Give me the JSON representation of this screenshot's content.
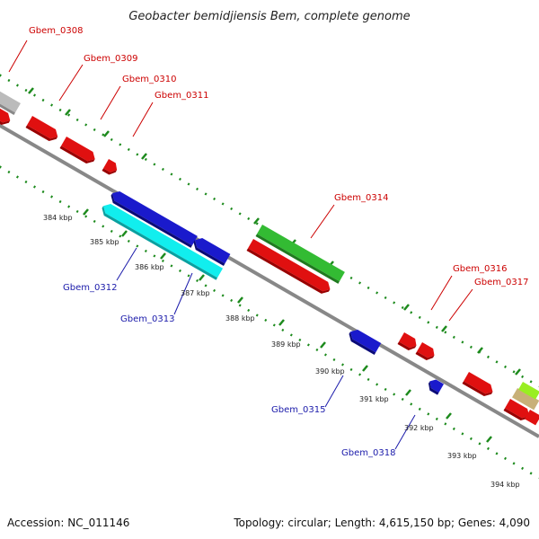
{
  "title": "Geobacter bemidjiensis Bem, complete genome",
  "footer": {
    "accession": "Accession: NC_011146",
    "stats": "Topology: circular; Length: 4,615,150 bp; Genes: 4,090"
  },
  "colors": {
    "label_forward": "#cc0000",
    "label_reverse": "#1a1aaa",
    "backbone": "#888888",
    "ticks": "#1c8a1c",
    "gene_red": "#e01010",
    "gene_blue": "#1a1acc",
    "gene_cyan": "#11eeee",
    "gene_green": "#33bb33",
    "gene_gray": "#bbbbbb",
    "gene_tan": "#c8b078",
    "gene_lime": "#99ee22"
  },
  "kbp_labels": [
    "384 kbp",
    "385 kbp",
    "386 kbp",
    "387 kbp",
    "388 kbp",
    "389 kbp",
    "390 kbp",
    "391 kbp",
    "392 kbp",
    "393 kbp",
    "394 kbp"
  ],
  "gene_labels": {
    "Gbem_0308": "Gbem_0308",
    "Gbem_0309": "Gbem_0309",
    "Gbem_0310": "Gbem_0310",
    "Gbem_0311": "Gbem_0311",
    "Gbem_0312": "Gbem_0312",
    "Gbem_0313": "Gbem_0313",
    "Gbem_0314": "Gbem_0314",
    "Gbem_0315": "Gbem_0315",
    "Gbem_0316": "Gbem_0316",
    "Gbem_0317": "Gbem_0317",
    "Gbem_0318": "Gbem_0318"
  }
}
